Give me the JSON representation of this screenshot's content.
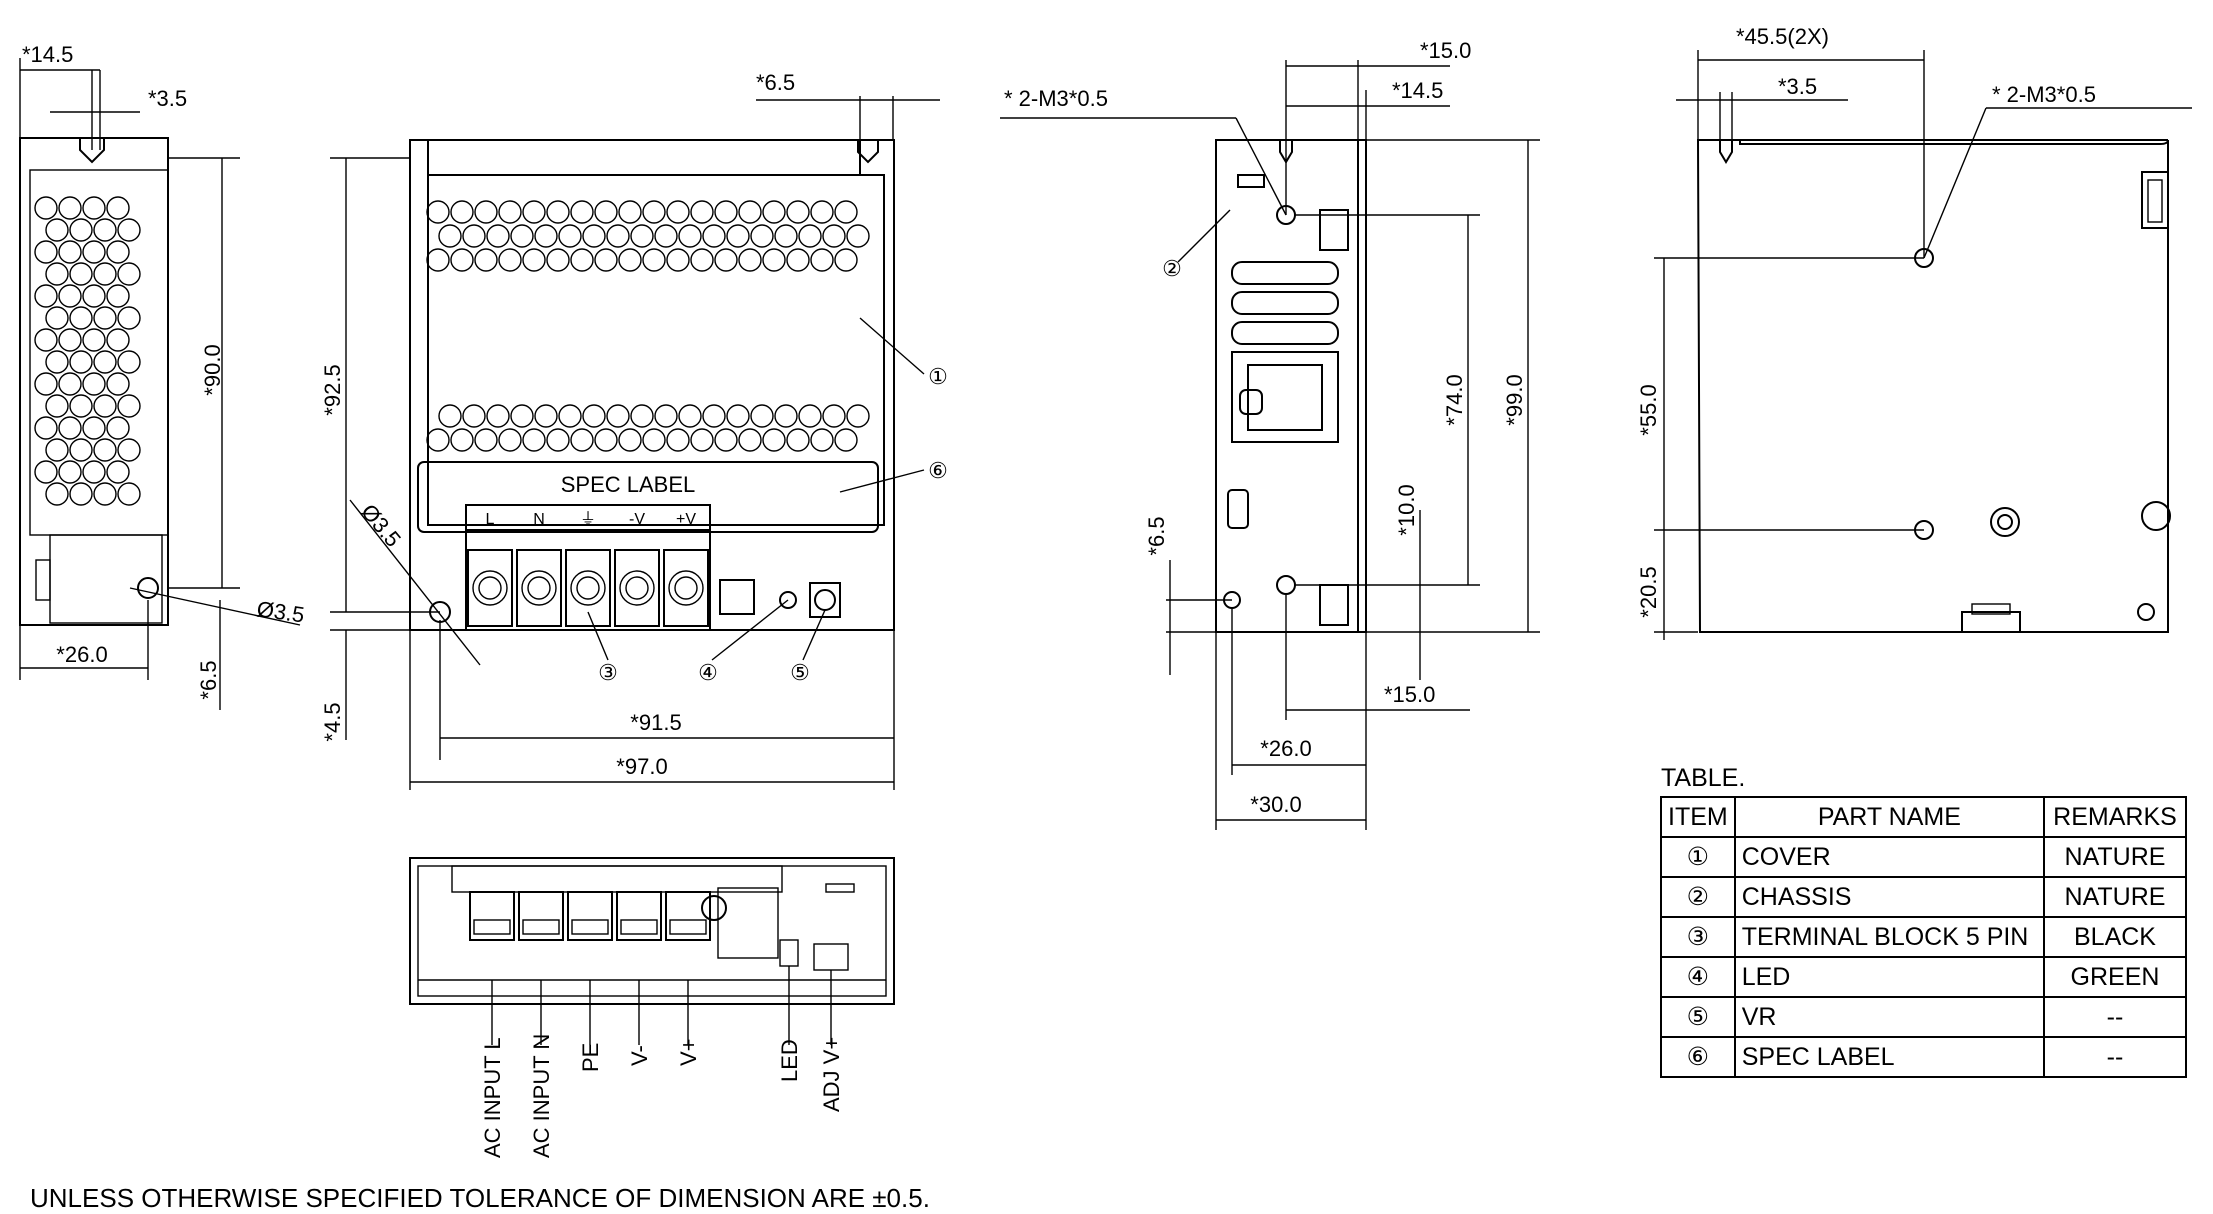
{
  "table": {
    "title": "TABLE.",
    "headers": [
      "ITEM",
      "PART NAME",
      "REMARKS"
    ],
    "rows": [
      {
        "item": "①",
        "part": "COVER",
        "remark": "NATURE"
      },
      {
        "item": "②",
        "part": "CHASSIS",
        "remark": "NATURE"
      },
      {
        "item": "③",
        "part": "TERMINAL BLOCK 5 PIN",
        "remark": "BLACK"
      },
      {
        "item": "④",
        "part": "LED",
        "remark": "GREEN"
      },
      {
        "item": "⑤",
        "part": "VR",
        "remark": "--"
      },
      {
        "item": "⑥",
        "part": "SPEC LABEL",
        "remark": "--"
      }
    ]
  },
  "footnote": "UNLESS OTHERWISE SPECIFIED TOLERANCE OF DIMENSION ARE ±0.5.",
  "dims": {
    "d145a": "*14.5",
    "d35a": "*3.5",
    "d900": "*90.0",
    "d260a": "*26.0",
    "d65a": "*6.5",
    "dia35a": "Ø3.5",
    "d65b": "*6.5",
    "d925": "*92.5",
    "dia35b": "Ø3.5",
    "d45": "*4.5",
    "d915": "*91.5",
    "d970": "*97.0",
    "m3a": "* 2-M3*0.5",
    "d150a": "*15.0",
    "d145b": "*14.5",
    "d740": "*74.0",
    "d990": "*99.0",
    "d100": "*10.0",
    "d65c": "*6.5",
    "d150b": "*15.0",
    "d260b": "*26.0",
    "d300": "*30.0",
    "d455": "*45.5(2X)",
    "d35b": "*3.5",
    "m3b": "* 2-M3*0.5",
    "d550": "*55.0",
    "d205": "*20.5"
  },
  "front": {
    "spec_label": "SPEC LABEL",
    "terminals": [
      "L",
      "N",
      "⏚",
      "-V",
      "+V"
    ]
  },
  "balloons": [
    "①",
    "②",
    "③",
    "④",
    "⑤",
    "⑥"
  ],
  "signals": [
    "AC INPUT L",
    "AC INPUT N",
    "PE",
    "V-",
    "V+",
    "LED",
    "ADJ V+"
  ]
}
